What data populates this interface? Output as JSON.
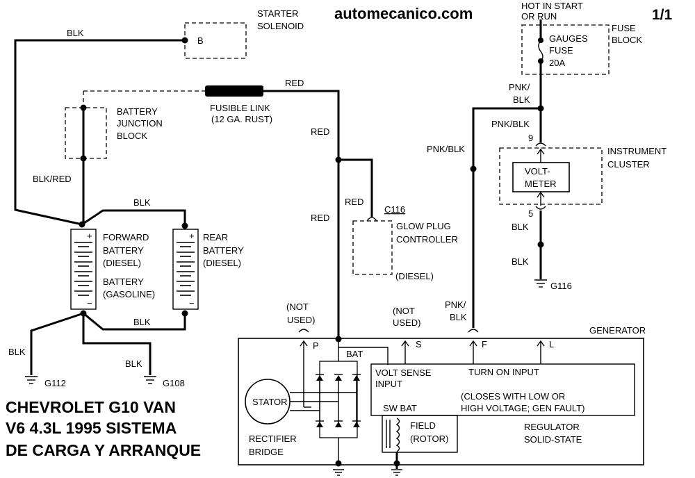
{
  "header": {
    "site": "automecanico.com",
    "page": "1/1",
    "hot_in_start_line1": "HOT IN START",
    "hot_in_start_line2": "OR RUN"
  },
  "title": {
    "line1": "CHEVROLET G10 VAN",
    "line2": "V6 4.3L 1995 SISTEMA",
    "line3": "DE CARGA Y ARRANQUE"
  },
  "starter": {
    "line1": "STARTER",
    "line2": "SOLENOID",
    "terminal": "B"
  },
  "fusible_link": {
    "line1": "FUSIBLE LINK",
    "line2": "(12 GA. RUST)"
  },
  "junction_block": {
    "line1": "BATTERY",
    "line2": "JUNCTION",
    "line3": "BLOCK"
  },
  "forward_battery": {
    "line1": "FORWARD",
    "line2": "BATTERY",
    "line3": "(DIESEL)",
    "line4": "BATTERY",
    "line5": "(GASOLINE)"
  },
  "rear_battery": {
    "line1": "REAR",
    "line2": "BATTERY",
    "line3": "(DIESEL)"
  },
  "fuse_block": {
    "title_line1": "FUSE",
    "title_line2": "BLOCK",
    "fuse_line1": "GAUGES",
    "fuse_line2": "FUSE",
    "fuse_line3": "20A"
  },
  "instrument_cluster": {
    "line1": "INSTRUMENT",
    "line2": "CLUSTER",
    "meter_line1": "VOLT-",
    "meter_line2": "METER",
    "pin_top": "9",
    "pin_bottom": "5"
  },
  "glow_plug": {
    "connector": "C116",
    "line1": "GLOW PLUG",
    "line2": "CONTROLLER",
    "line3": "(DIESEL)"
  },
  "generator": {
    "title": "GENERATOR",
    "terminal_p": "P",
    "terminal_s": "S",
    "terminal_f": "F",
    "terminal_l": "L",
    "bat": "BAT",
    "not_used_line1": "(NOT",
    "not_used_line2": "USED)",
    "volt_sense_line1": "VOLT SENSE",
    "volt_sense_line2": "INPUT",
    "turn_on": "TURN ON INPUT",
    "closes_line1": "(CLOSES WITH LOW OR",
    "closes_line2": "HIGH VOLTAGE; GEN FAULT)",
    "sw_bat": "SW BAT",
    "field_line1": "FIELD",
    "field_line2": "(ROTOR)",
    "regulator_line1": "REGULATOR",
    "regulator_line2": "SOLID-STATE",
    "stator": "STATOR",
    "rectifier_line1": "RECTIFIER",
    "rectifier_line2": "BRIDGE"
  },
  "wires": {
    "blk": "BLK",
    "red": "RED",
    "blk_red": "BLK/RED",
    "pnk_blk": "PNK/BLK",
    "pnk": "PNK/",
    "blk_under": "BLK"
  },
  "grounds": {
    "g112": "G112",
    "g108": "G108",
    "g116": "G116"
  }
}
